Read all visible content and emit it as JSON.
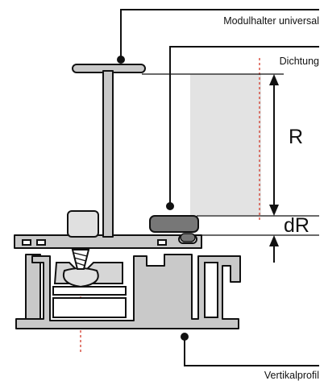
{
  "labels": {
    "module_holder": "Modulhalter universal",
    "seal": "Dichtung",
    "vertical_profile": "Vertikalprofil",
    "dim_r": "R",
    "dim_dr": "dR"
  },
  "colors": {
    "aluminium": "#c9c9c9",
    "module_panel": "#e3e3e3",
    "seal": "#777777",
    "screw_head": "#e0e0e0",
    "centerline": "#d23a2a",
    "line": "#111111"
  }
}
